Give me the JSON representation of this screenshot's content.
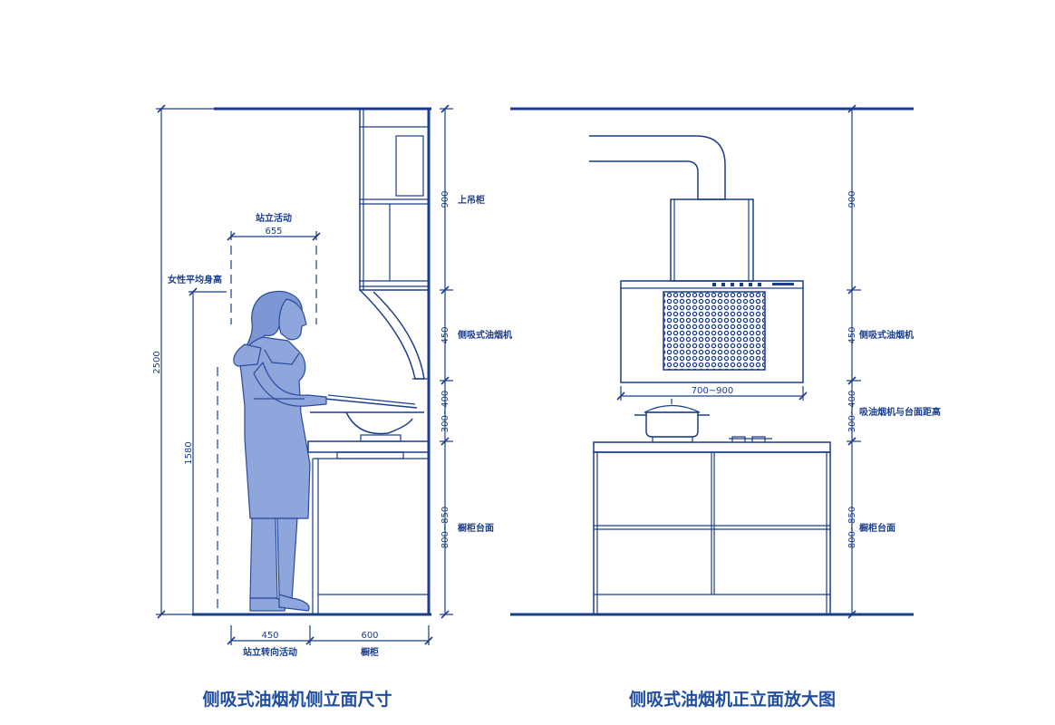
{
  "colors": {
    "ink": "#1b3d8c",
    "caption": "#1f4ea3",
    "figure_fill": "#8fa6dc",
    "figure_stroke": "#2a4a9c",
    "grille": "#1b3d8c"
  },
  "left": {
    "caption": "侧吸式油烟机侧立面尺寸",
    "height_total": "2500",
    "height_person": "1580",
    "person_label": "女性平均身高",
    "stand_activity_label": "站立活动",
    "stand_activity_width": "655",
    "turn_activity_width": "450",
    "turn_activity_label": "站立转向活动",
    "cabinet_depth": "600",
    "cabinet_depth_label": "橱柜",
    "seg_upper": "900",
    "seg_upper_label": "上吊柜",
    "seg_hood": "450",
    "seg_hood_label": "侧吸式油烟机",
    "seg_gap": "300~400",
    "seg_counter": "800~850",
    "seg_counter_label": "橱柜台面"
  },
  "right": {
    "caption": "侧吸式油烟机正立面放大图",
    "hood_width": "700~900",
    "seg_upper": "900",
    "seg_hood": "450",
    "seg_hood_label": "侧吸式油烟机",
    "seg_gap": "300~400",
    "seg_gap_label": "吸油烟机与台面距高",
    "seg_counter": "800~850",
    "seg_counter_label": "橱柜台面"
  }
}
